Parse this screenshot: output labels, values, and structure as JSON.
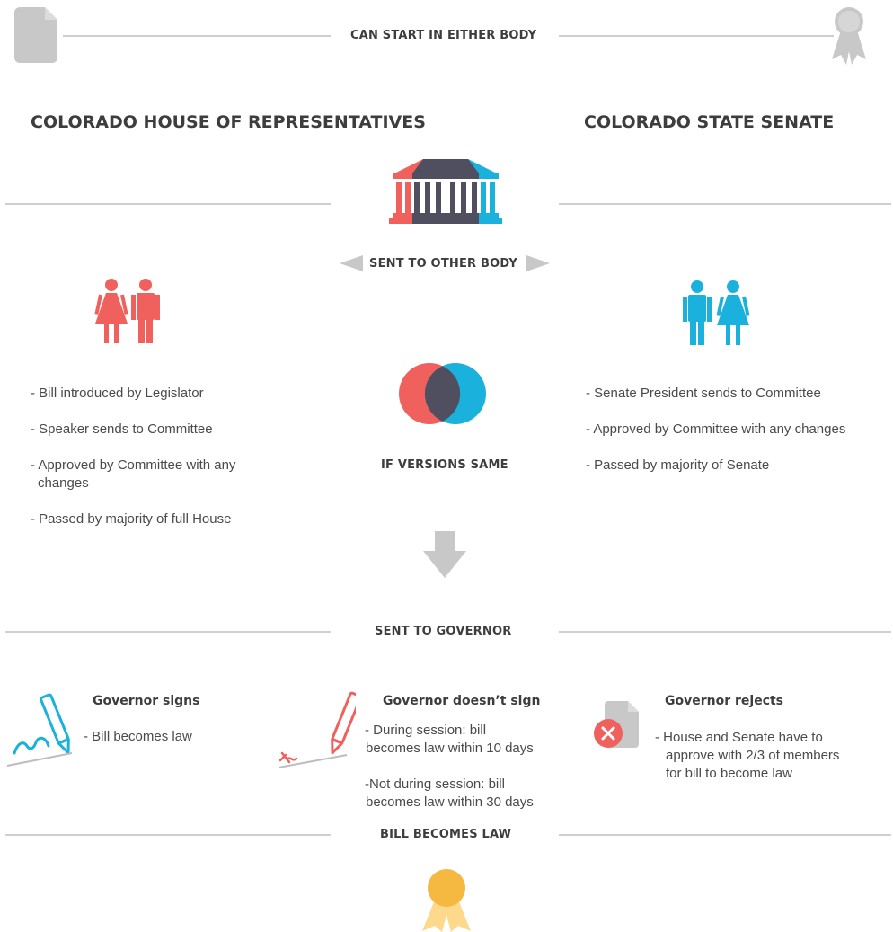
{
  "top": {
    "label": "CAN START IN EITHER BODY"
  },
  "house": {
    "title": "COLORADO HOUSE OF REPRESENTATIVES",
    "steps": [
      "- Bill introduced by Legislator",
      "- Speaker sends to Committee",
      "- Approved by Committee with any",
      "changes",
      "- Passed by majority of full House"
    ]
  },
  "senate": {
    "title": "COLORADO STATE SENATE",
    "steps": [
      "- Senate President sends to Committee",
      "- Approved by Committee with any changes",
      "- Passed by majority of Senate"
    ]
  },
  "middle": {
    "sent_to_other": "SENT TO OTHER BODY",
    "if_versions_same": "IF VERSIONS SAME"
  },
  "governor": {
    "section_label": "SENT TO GOVERNOR",
    "signs": {
      "title": "Governor signs",
      "text": "- Bill becomes law"
    },
    "doesnt_sign": {
      "title": "Governor doesn’t sign",
      "line1": "- During session: bill",
      "line2": "becomes law within 10 days",
      "line3": "-Not during session: bill",
      "line4": "becomes law within 30 days"
    },
    "rejects": {
      "title": "Governor rejects",
      "line1": "- House and Senate have to",
      "line2": "approve with 2/3 of members",
      "line3": "for bill to become law"
    }
  },
  "final": {
    "label": "BILL BECOMES LAW"
  },
  "colors": {
    "red": "#f0615d",
    "blue": "#1ab2dd",
    "dark": "#4f4f5f",
    "gray": "#c8c8c8",
    "gold": "#f5b942",
    "gold_light": "#fcd98b"
  },
  "icons": [
    "document-icon",
    "ribbon-award-icon",
    "capitol-building-icon",
    "left-arrow-icon",
    "right-arrow-icon",
    "house-members-icon",
    "senate-members-icon",
    "venn-overlap-icon",
    "down-arrow-icon",
    "pen-sign-icon",
    "pen-no-sign-icon",
    "rejected-document-icon",
    "gold-award-icon"
  ]
}
